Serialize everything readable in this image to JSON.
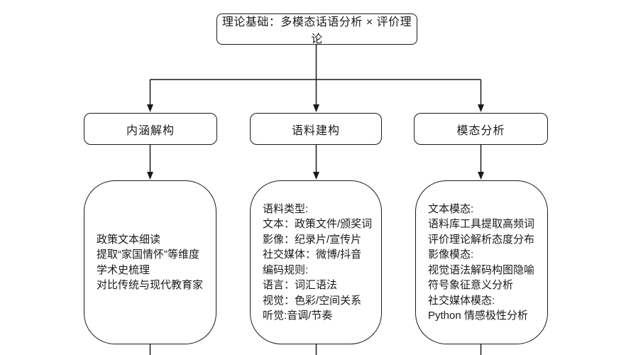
{
  "diagram": {
    "root": {
      "label": "理论基础：多模态话语分析 × 评价理论"
    },
    "stages": [
      {
        "label": "内涵解构",
        "details": [
          "政策文本细读",
          "提取“家国情怀”等维度",
          "学术史梳理",
          "对比传统与现代教育家"
        ]
      },
      {
        "label": "语料建构",
        "details": [
          "语料类型:",
          "文本：政策文件/颁奖词",
          "影像：纪录片/宣传片",
          "社交媒体：微博/抖音",
          "编码规则:",
          "语言：词汇语法",
          "视觉：色彩/空间关系",
          "听觉:音调/节奏"
        ]
      },
      {
        "label": "模态分析",
        "details": [
          "文本模态:",
          "语料库工具提取高频词",
          "评价理论解析态度分布",
          "影像模态:",
          "视觉语法解码构图隐喻",
          "符号象征意义分析",
          "社交媒体模态:",
          "Python 情感极性分析"
        ]
      }
    ]
  },
  "colors": {
    "stroke": "#1a1a1a",
    "background": "#ffffff",
    "text": "#1a1a1a"
  }
}
